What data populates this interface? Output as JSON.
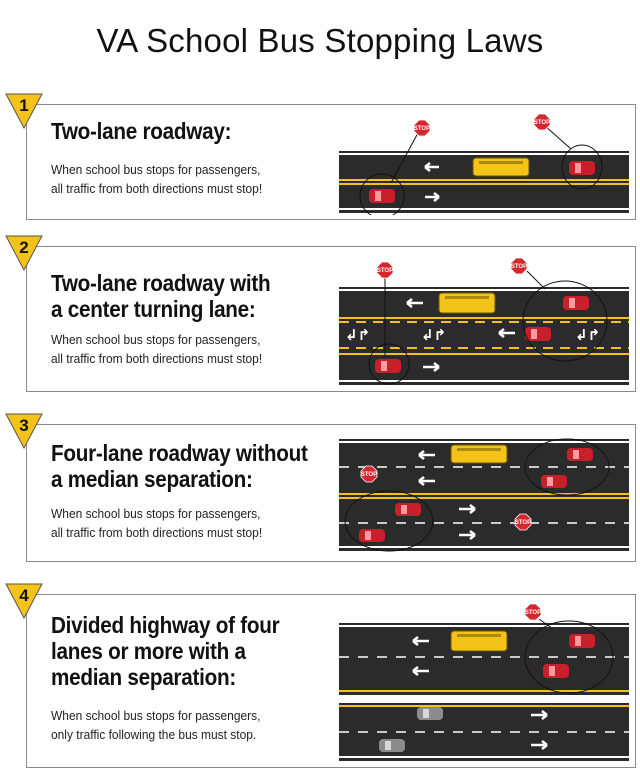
{
  "title": "VA School Bus Stopping Laws",
  "panels": [
    {
      "number": "1",
      "title_lines": [
        "Two-lane roadway:"
      ],
      "desc_lines": [
        "When school bus stops for passengers,",
        "all traffic from both directions must stop!"
      ]
    },
    {
      "number": "2",
      "title_lines": [
        "Two-lane roadway with",
        "a center turning lane:"
      ],
      "desc_lines": [
        "When school bus stops for passengers,",
        "all traffic from both directions must stop!"
      ]
    },
    {
      "number": "3",
      "title_lines": [
        "Four-lane roadway without",
        "a median separation:"
      ],
      "desc_lines": [
        "When school bus stops for passengers,",
        "all traffic from both directions must stop!"
      ]
    },
    {
      "number": "4",
      "title_lines": [
        "Divided highway of four",
        "lanes or more with a",
        "median separation:"
      ],
      "desc_lines": [
        "When school bus stops for passengers,",
        "only traffic following the bus must stop."
      ]
    }
  ],
  "stop_sign_text": "STOP",
  "colors": {
    "road": "#2b2b2b",
    "yellow_line": "#f2c21a",
    "white_line": "#ffffff",
    "bus": "#f3c319",
    "car_red": "#c8202a",
    "car_gray": "#8c8c8c",
    "badge": "#f3c319",
    "stop_sign": "#d7262e"
  },
  "icons": {
    "arrow": "arrow-icon",
    "turn_arrows": "turn-lane-arrows-icon",
    "stop_sign": "stop-sign-icon"
  }
}
